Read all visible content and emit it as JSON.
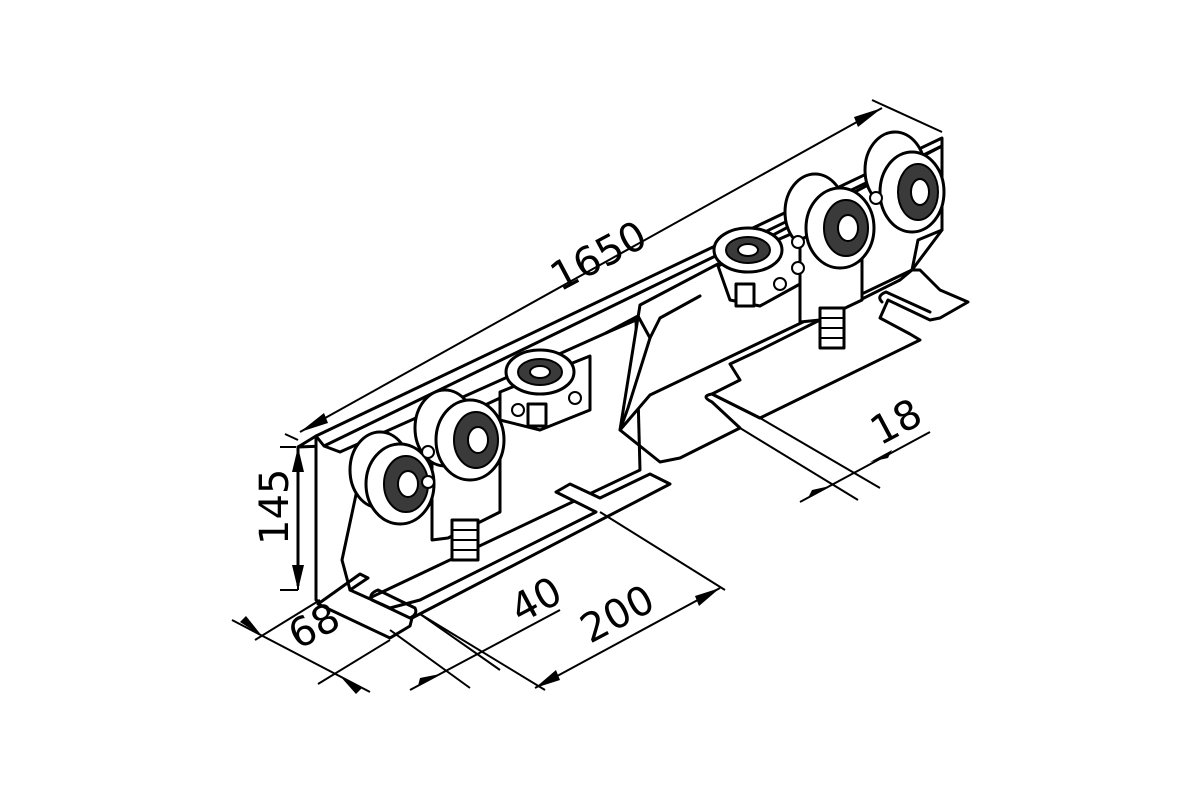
{
  "dimensions": {
    "length": "1650",
    "height": "145",
    "depth": "68",
    "slot_width": "40",
    "slot_spacing": "200",
    "slot_offset": "18"
  },
  "colors": {
    "line": "#000000",
    "background": "#ffffff",
    "wheel_tread": "#3a3a3a"
  }
}
